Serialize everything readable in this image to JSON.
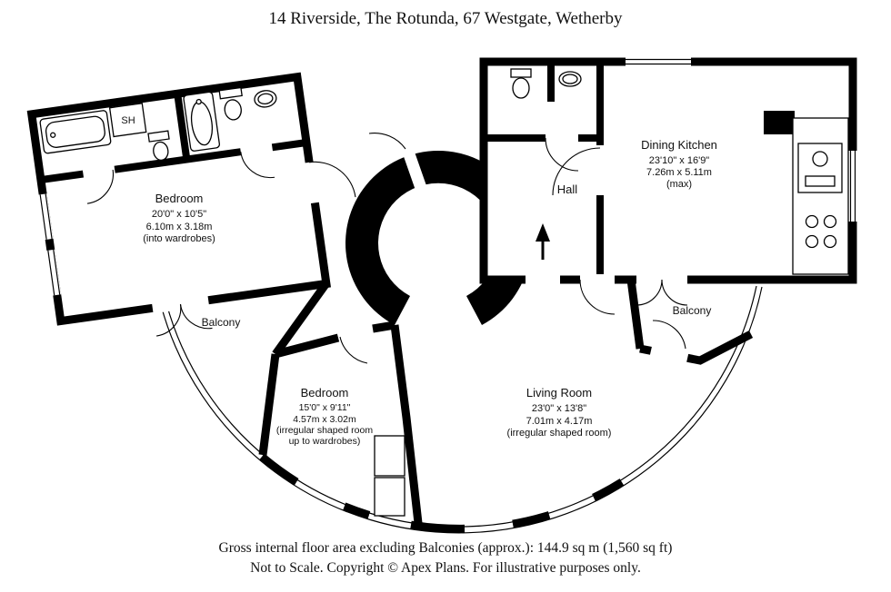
{
  "title": "14 Riverside, The Rotunda, 67 Westgate, Wetherby",
  "rooms": {
    "bedroom1": {
      "name": "Bedroom",
      "imperial": "20'0\" x 10'5\"",
      "metric": "6.10m x 3.18m",
      "note": "(into wardrobes)"
    },
    "dining_kitchen": {
      "name": "Dining Kitchen",
      "imperial": "23'10\" x 16'9\"",
      "metric": "7.26m x 5.11m",
      "note": "(max)"
    },
    "hall": {
      "name": "Hall"
    },
    "shower": {
      "abbr": "SH"
    },
    "bedroom2": {
      "name": "Bedroom",
      "imperial": "15'0\" x 9'11\"",
      "metric": "4.57m x 3.02m",
      "note1": "(irregular shaped room",
      "note2": "up to wardrobes)"
    },
    "living_room": {
      "name": "Living Room",
      "imperial": "23'0\" x 13'8\"",
      "metric": "7.01m x 4.17m",
      "note": "(irregular shaped room)"
    },
    "balcony_left": {
      "name": "Balcony"
    },
    "balcony_right": {
      "name": "Balcony"
    }
  },
  "footer": {
    "area_line": "Gross internal floor area excluding Balconies (approx.): 144.9 sq m (1,560 sq ft)",
    "disclaimer_line": "Not to Scale. Copyright © Apex Plans. For illustrative purposes only."
  },
  "colors": {
    "wall": "#000000",
    "background": "#ffffff"
  }
}
